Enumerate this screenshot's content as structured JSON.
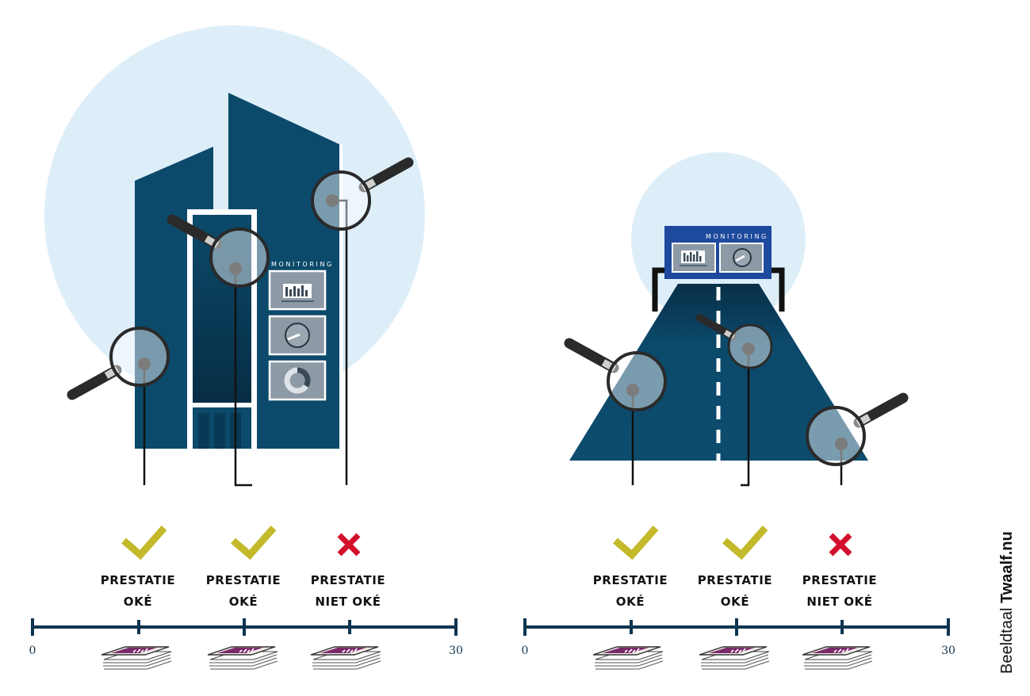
{
  "panels": [
    {
      "id": "building",
      "monitoring_label": "MONITORING",
      "statuses": [
        {
          "ok": true,
          "line1": "PRESTATIE",
          "line2": "OKÉ"
        },
        {
          "ok": true,
          "line1": "PRESTATIE",
          "line2": "OKÉ"
        },
        {
          "ok": false,
          "line1": "PRESTATIE",
          "line2": "NIET OKÉ"
        }
      ],
      "axis": {
        "start": "0",
        "end": "30"
      }
    },
    {
      "id": "road",
      "monitoring_label": "MONITORING",
      "statuses": [
        {
          "ok": true,
          "line1": "PRESTATIE",
          "line2": "OKÉ"
        },
        {
          "ok": true,
          "line1": "PRESTATIE",
          "line2": "OKÉ"
        },
        {
          "ok": false,
          "line1": "PRESTATIE",
          "line2": "NIET OKÉ"
        }
      ],
      "axis": {
        "start": "0",
        "end": "30"
      }
    }
  ],
  "credit": {
    "part1": "Beeldtaal ",
    "part2": "Twaalf.nu"
  },
  "colors": {
    "navy": "#0c4a6b",
    "light_blue": "#ddeef9",
    "check": "#c3b92a",
    "cross": "#d3102c",
    "axis": "#0e3550",
    "money": "#7a2a6a",
    "sign_blue": "#1e4a9e"
  }
}
